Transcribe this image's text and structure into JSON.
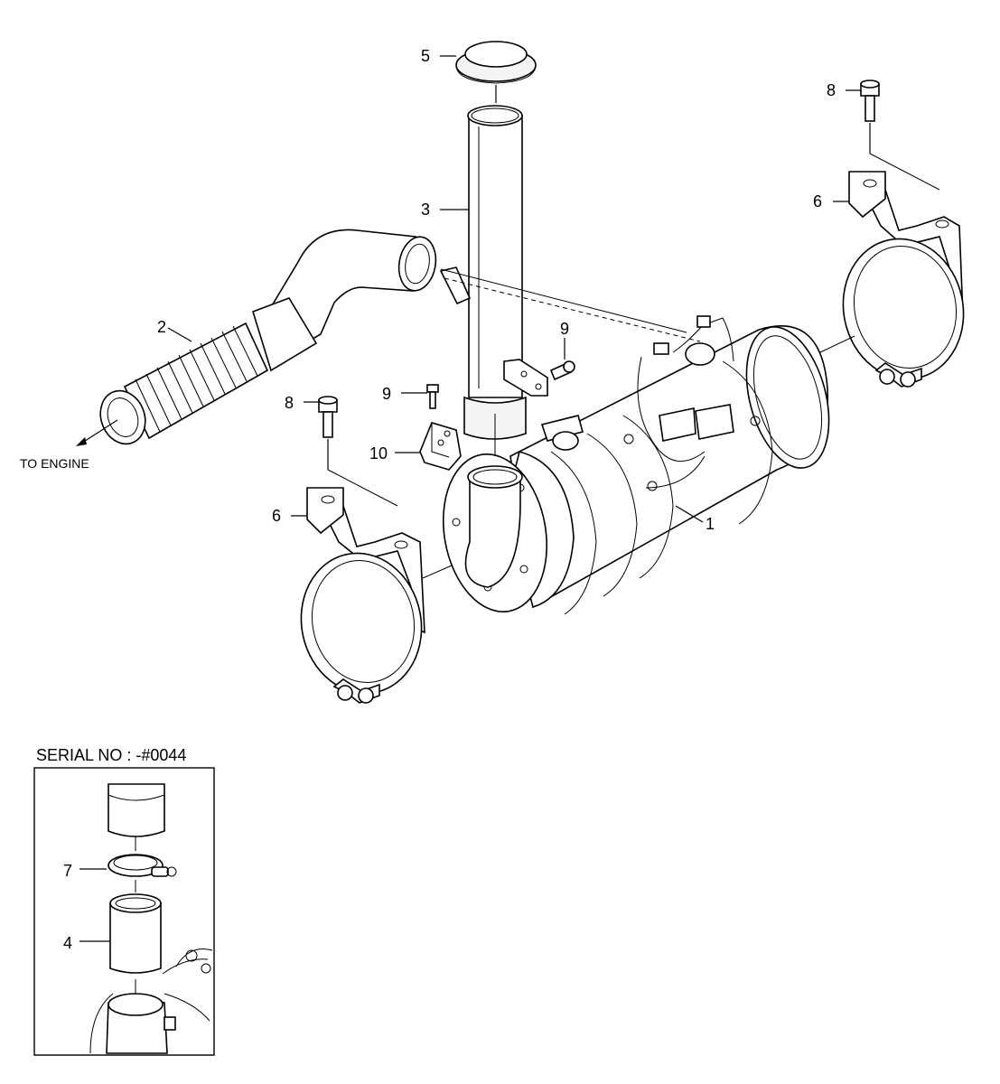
{
  "callouts": {
    "c1": "1",
    "c2": "2",
    "c3": "3",
    "c4": "4",
    "c5": "5",
    "c6a": "6",
    "c6b": "6",
    "c7": "7",
    "c8a": "8",
    "c8b": "8",
    "c9a": "9",
    "c9b": "9",
    "c10": "10"
  },
  "annotations": {
    "to_engine": "TO ENGINE",
    "serial_no": "SERIAL NO : -#0044"
  }
}
